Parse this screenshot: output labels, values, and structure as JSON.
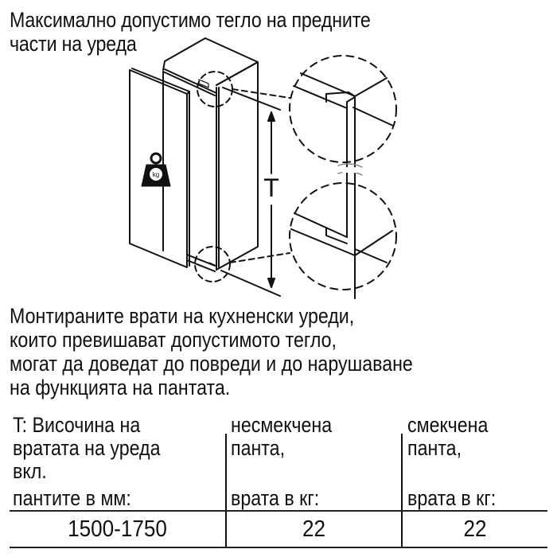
{
  "title": {
    "lines": [
      "Максимално допустимо тегло на предните",
      "части на уреда"
    ]
  },
  "diagram": {
    "dimension_label": "T",
    "weight_icon_label": "kg",
    "icons": [
      "weight-kg-icon",
      "hinge-detail-circle-top",
      "hinge-detail-circle-bottom"
    ]
  },
  "warning": {
    "lines": [
      "Монтираните врати на кухненски уреди,",
      "които превишават допустимото тегло,",
      "могат да доведат до повреди и до нарушаване",
      "на функцията на пантата."
    ]
  },
  "table": {
    "headers": [
      {
        "lines": [
          "T: Височина на",
          "вратата на уреда",
          "вкл."
        ],
        "unit_line": "пантите в мм:"
      },
      {
        "lines": [
          "несмекчена",
          "панта,"
        ],
        "unit_line": "врата в кг:"
      },
      {
        "lines": [
          "смекчена",
          "панта,"
        ],
        "unit_line": "врата в кг:"
      }
    ],
    "rows": [
      [
        "1500-1750",
        "22",
        "22"
      ]
    ]
  },
  "colors": {
    "line": "#111111",
    "background": "#ffffff",
    "divider": "#222222"
  }
}
